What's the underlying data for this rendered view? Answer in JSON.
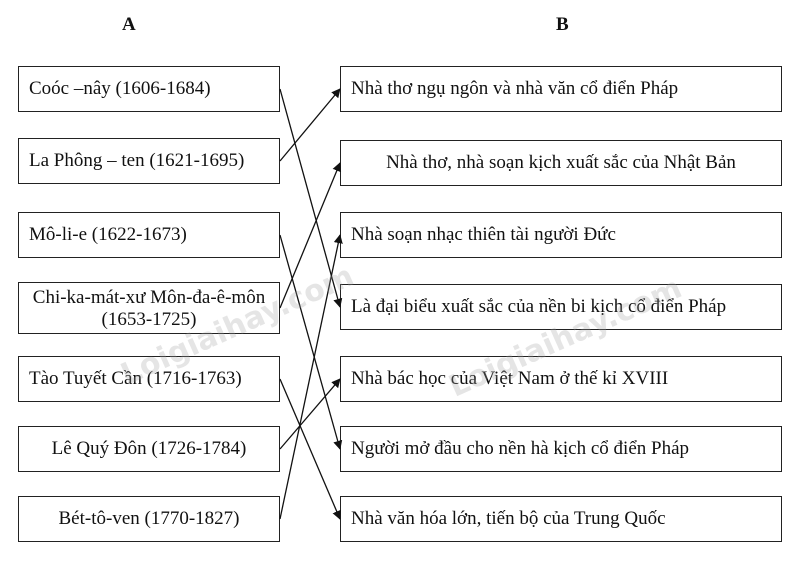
{
  "headers": {
    "a": "A",
    "b": "B"
  },
  "column_a": [
    {
      "id": "a1",
      "text": "Coóc –nây (1606-1684)"
    },
    {
      "id": "a2",
      "text": "La Phông – ten (1621-1695)"
    },
    {
      "id": "a3",
      "text": "Mô-li-e (1622-1673)"
    },
    {
      "id": "a4",
      "text": "Chi-ka-mát-xư  Môn-đa-ê-môn (1653-1725)"
    },
    {
      "id": "a5",
      "text": "Tào Tuyết Cần (1716-1763)"
    },
    {
      "id": "a6",
      "text": "Lê Quý Đôn (1726-1784)"
    },
    {
      "id": "a7",
      "text": "Bét-tô-ven (1770-1827)"
    }
  ],
  "column_b": [
    {
      "id": "b1",
      "text": "Nhà thơ ngụ ngôn và nhà văn cổ điển Pháp"
    },
    {
      "id": "b2",
      "text": "Nhà thơ, nhà soạn kịch xuất sắc của Nhật Bản"
    },
    {
      "id": "b3",
      "text": "Nhà soạn nhạc thiên tài người Đức"
    },
    {
      "id": "b4",
      "text": "Là đại biểu xuất sắc của nền bi kịch cổ điển Pháp"
    },
    {
      "id": "b5",
      "text": "Nhà bác học của Việt Nam ở thế kỉ XVIII"
    },
    {
      "id": "b6",
      "text": "Người mở đầu cho nền hà kịch cổ điển Pháp"
    },
    {
      "id": "b7",
      "text": "Nhà văn hóa lớn, tiến bộ của Trung Quốc"
    }
  ],
  "connections": [
    {
      "from": "a1",
      "to": "b4"
    },
    {
      "from": "a2",
      "to": "b1"
    },
    {
      "from": "a3",
      "to": "b6"
    },
    {
      "from": "a4",
      "to": "b2"
    },
    {
      "from": "a5",
      "to": "b7"
    },
    {
      "from": "a6",
      "to": "b5"
    },
    {
      "from": "a7",
      "to": "b3"
    }
  ],
  "watermark": "Loigiaihay.com"
}
